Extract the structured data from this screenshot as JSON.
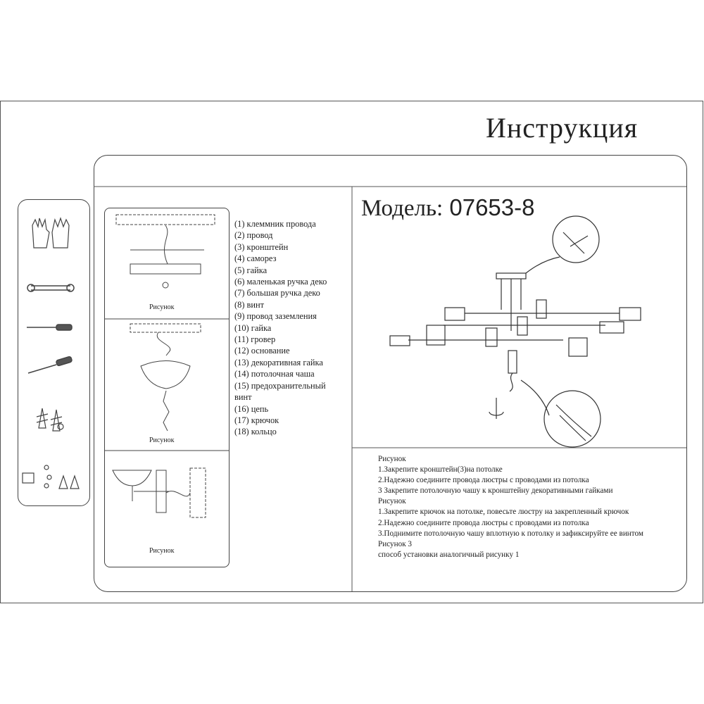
{
  "title": "Инструкция",
  "model": {
    "label": "Модель:",
    "number": "07653-8"
  },
  "figures": [
    {
      "label": "Рисунок"
    },
    {
      "label": "Рисунок"
    },
    {
      "label": "Рисунок"
    }
  ],
  "parts": [
    "(1) клеммник провода",
    "(2) провод",
    "(3) кронштейн",
    "(4) саморез",
    "(5) гайка",
    "(6) маленькая ручка деко",
    "(7) большая ручка деко",
    "(8) винт",
    "(9) провод заземления",
    "(10) гайка",
    "(11) гровер",
    "(12) основание",
    "(13) декоративная гайка",
    "(14) потолочная чаша",
    "(15) предохранительный",
    "винт",
    "(16) цепь",
    "(17) крючок",
    "(18) кольцо"
  ],
  "instructions": [
    "Рисунок",
    "1.Закрепите кронштейн(3)на потолке",
    "2.Надежно соедините провода люстры с проводами из потолка",
    "3 Закрепите потолочную чашу к кронштейну декоративными гайками",
    "Рисунок",
    "1.Закрепите крючок на потолке, повесьте люстру на закрепленный крючок",
    "2.Надежно соедините провода люстры с проводами из потолка",
    "3.Поднимите потолочную чашу вплотную к потолку и зафиксируйте ее винтом",
    "Рисунок 3",
    "способ установки аналогичный рисунку 1"
  ]
}
